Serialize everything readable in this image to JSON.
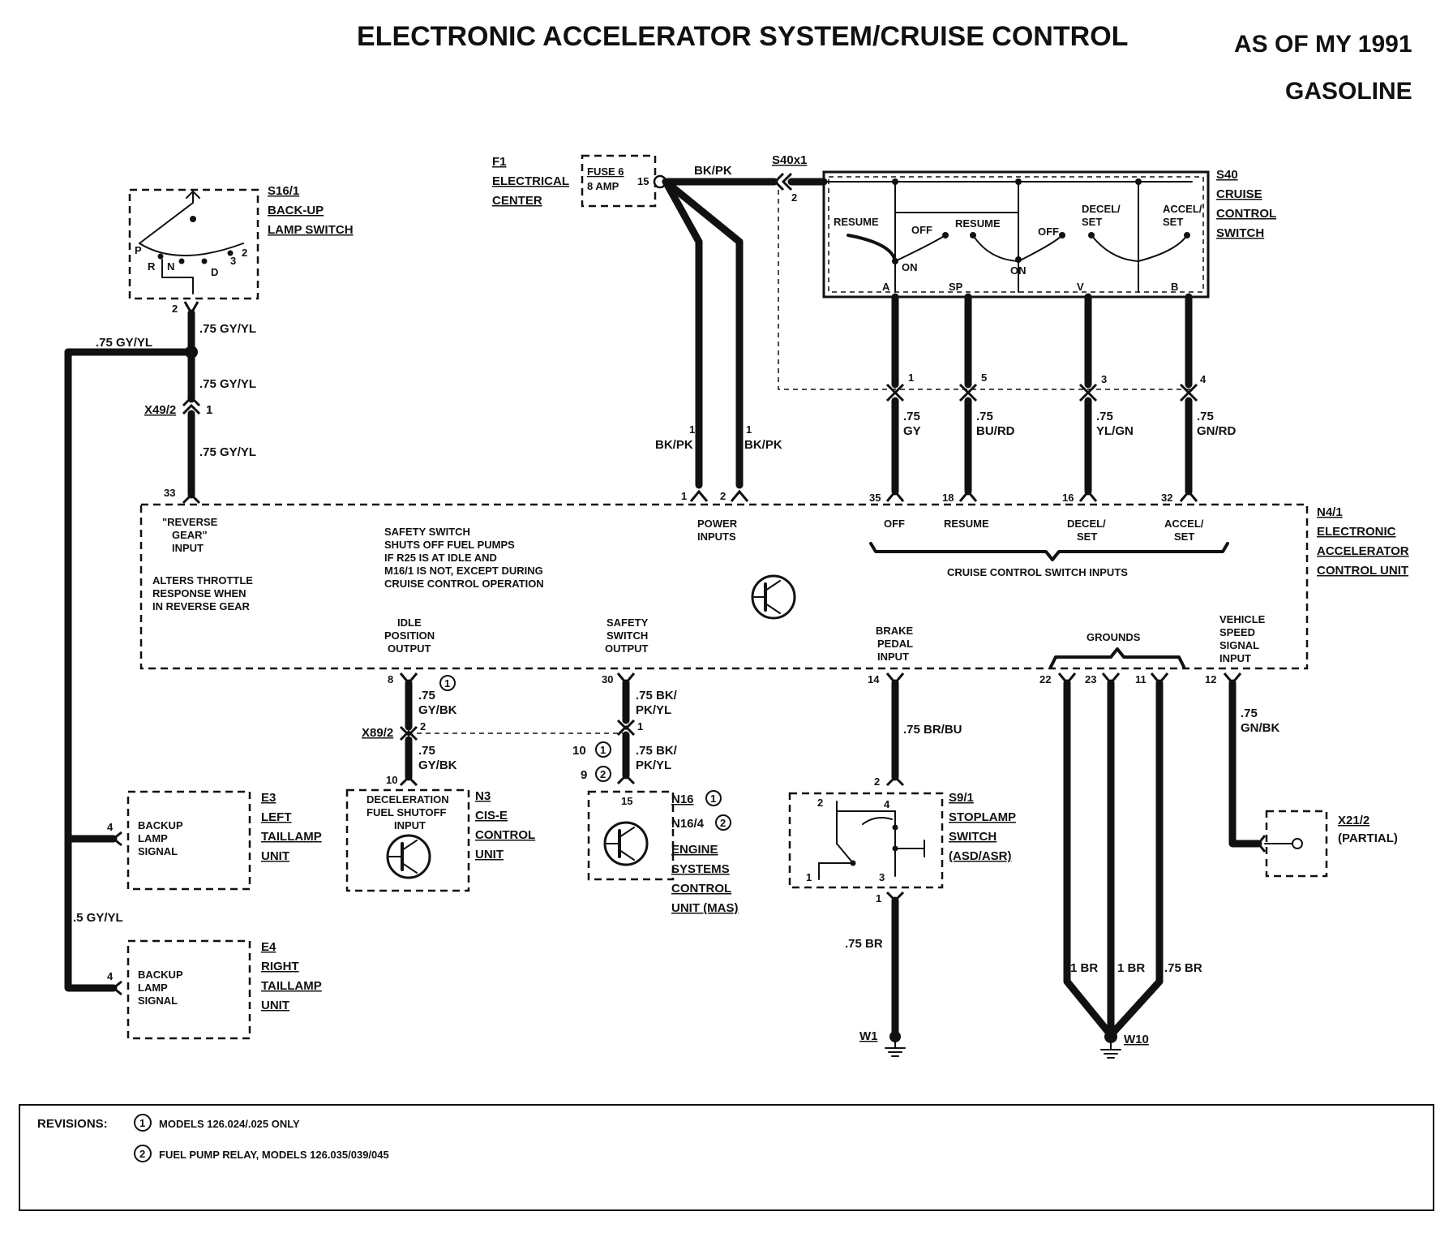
{
  "title": "ELECTRONIC ACCELERATOR SYSTEM/CRUISE CONTROL",
  "as_of": "AS OF MY 1991",
  "fuel": "GASOLINE",
  "components": {
    "s16_1": {
      "id": "S16/1",
      "name1": "BACK-UP",
      "name2": "LAMP SWITCH",
      "p": "P",
      "r": "R",
      "n": "N",
      "d": "D",
      "p3": "3",
      "p2": "2"
    },
    "f1": {
      "id": "F1",
      "name1": "ELECTRICAL",
      "name2": "CENTER",
      "fuse1": "FUSE 6",
      "fuse2": "8 AMP",
      "pin": "15"
    },
    "s40x1": {
      "id": "S40x1",
      "pin": "2"
    },
    "s40": {
      "id": "S40",
      "name1": "CRUISE",
      "name2": "CONTROL",
      "name3": "SWITCH",
      "resume1": "RESUME",
      "off1": "OFF",
      "resume2": "RESUME",
      "off2": "OFF",
      "decel1": "DECEL/",
      "decel2": "SET",
      "accel1": "ACCEL/",
      "accel2": "SET",
      "on1": "ON",
      "on2": "ON",
      "pinA": "A",
      "pinSP": "SP",
      "pinV": "V",
      "pinB": "B"
    },
    "x49_2": {
      "id": "X49/2",
      "pin": "1"
    },
    "n4_1": {
      "id": "N4/1",
      "name1": "ELECTRONIC",
      "name2": "ACCELERATOR",
      "name3": "CONTROL UNIT",
      "rev1": "\"REVERSE",
      "rev2": "GEAR\"",
      "rev3": "INPUT",
      "alt1": "ALTERS THROTTLE",
      "alt2": "RESPONSE WHEN",
      "alt3": "IN REVERSE GEAR",
      "saf1": "SAFETY SWITCH",
      "saf2": "SHUTS OFF FUEL PUMPS",
      "saf3": "IF R25 IS AT IDLE AND",
      "saf4": "M16/1 IS NOT, EXCEPT DURING",
      "saf5": "CRUISE CONTROL OPERATION",
      "pwr1": "POWER",
      "pwr2": "INPUTS",
      "off": "OFF",
      "resume": "RESUME",
      "decel1": "DECEL/",
      "decel2": "SET",
      "accel1": "ACCEL/",
      "accel2": "SET",
      "ccsi": "CRUISE CONTROL SWITCH INPUTS",
      "idle1": "IDLE",
      "idle2": "POSITION",
      "idle3": "OUTPUT",
      "ss1": "SAFETY",
      "ss2": "SWITCH",
      "ss3": "OUTPUT",
      "bp1": "BRAKE",
      "bp2": "PEDAL",
      "bp3": "INPUT",
      "grounds": "GROUNDS",
      "vs1": "VEHICLE",
      "vs2": "SPEED",
      "vs3": "SIGNAL",
      "vs4": "INPUT"
    },
    "x89_2": {
      "id": "X89/2",
      "pin": "2",
      "pin1": "1"
    },
    "e3": {
      "id": "E3",
      "name1": "LEFT",
      "name2": "TAILLAMP",
      "name3": "UNIT",
      "s1": "BACKUP",
      "s2": "LAMP",
      "s3": "SIGNAL",
      "pin": "4"
    },
    "e4": {
      "id": "E4",
      "name1": "RIGHT",
      "name2": "TAILLAMP",
      "name3": "UNIT",
      "s1": "BACKUP",
      "s2": "LAMP",
      "s3": "SIGNAL",
      "pin": "4"
    },
    "n3": {
      "id": "N3",
      "name1": "CIS-E",
      "name2": "CONTROL",
      "name3": "UNIT",
      "i1": "DECELERATION",
      "i2": "FUEL SHUTOFF",
      "i3": "INPUT",
      "pin": "10"
    },
    "n16": {
      "id1": "N16",
      "id2": "N16/4",
      "name1": "ENGINE",
      "name2": "SYSTEMS",
      "name3": "CONTROL",
      "name4": "UNIT (MAS)",
      "pin": "15",
      "ref1": "1",
      "ref2": "2"
    },
    "s9_1": {
      "id": "S9/1",
      "name1": "STOPLAMP",
      "name2": "SWITCH",
      "name3": "(ASD/ASR)",
      "p1": "1",
      "p2": "2",
      "p3": "3",
      "p4": "4"
    },
    "x21_2": {
      "id": "X21/2",
      "name": "(PARTIAL)"
    },
    "w1": {
      "id": "W1"
    },
    "w10": {
      "id": "W10"
    }
  },
  "wires": {
    "gy_yl_75": ".75 GY/YL",
    "gy_yl_5": ".5 GY/YL",
    "bk_pk": "BK/PK",
    "pin1": "1",
    "gy": ".75",
    "gy_c": "GY",
    "bu_rd": ".75",
    "bu_rd_c": "BU/RD",
    "yl_gn": ".75",
    "yl_gn_c": "YL/GN",
    "gn_rd": ".75",
    "gn_rd_c": "GN/RD",
    "gy_bk": ".75",
    "gy_bk_c": "GY/BK",
    "bk_pk_yl": ".75 BK/",
    "bk_pk_yl_c": "PK/YL",
    "br_bu": ".75 BR/BU",
    "br_75": ".75 BR",
    "br_1": "1 BR",
    "gn_bk": ".75",
    "gn_bk_c": "GN/BK"
  },
  "pins": {
    "s16_2": "2",
    "n41_33": "33",
    "n41_1": "1",
    "n41_2": "2",
    "n41_35": "35",
    "n41_18": "18",
    "n41_16": "16",
    "n41_32": "32",
    "s40_1": "1",
    "s40_5": "5",
    "s40_3": "3",
    "s40_4": "4",
    "n41_8": "8",
    "n41_30": "30",
    "n41_14": "14",
    "n41_22": "22",
    "n41_23": "23",
    "n41_11": "11",
    "n41_12": "12",
    "n16_10": "10",
    "n16_9": "9",
    "s9_2": "2",
    "s9_1b": "1",
    "ref1": "1",
    "ref2": "2"
  },
  "revisions": {
    "label": "REVISIONS:",
    "r1_num": "1",
    "r1_text": "MODELS 126.024/.025 ONLY",
    "r2_num": "2",
    "r2_text": "FUEL PUMP RELAY, MODELS 126.035/039/045"
  }
}
